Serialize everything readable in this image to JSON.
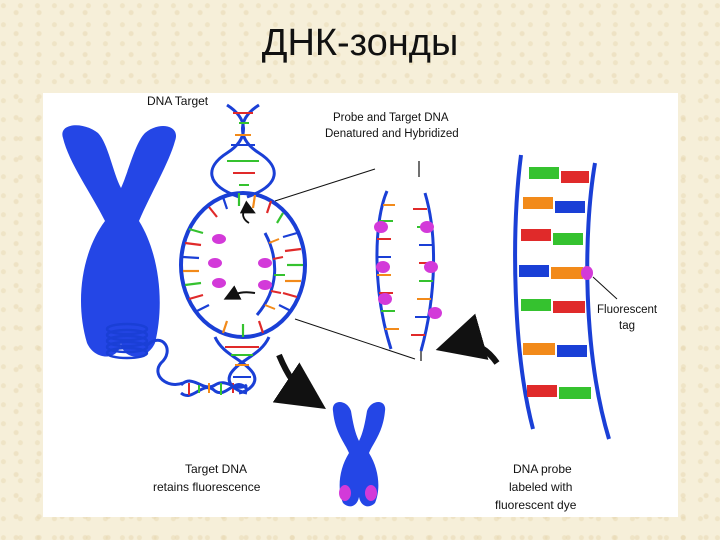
{
  "slide_title": "ДНК-зонды",
  "labels": {
    "dna_target": "DNA Target",
    "probe_hybridized_line1": "Probe and Target DNA",
    "probe_hybridized_line2": "Denatured and Hybridized",
    "fluorescent_tag_line1": "Fluorescent",
    "fluorescent_tag_line2": "tag",
    "target_retains_line1": "Target DNA",
    "target_retains_line2": "retains fluorescence",
    "probe_labeled_line1": "DNA probe",
    "probe_labeled_line2": "labeled with",
    "probe_labeled_line3": "fluorescent dye"
  },
  "colors": {
    "strand": "#1a3fd6",
    "chromosome": "#2446e6",
    "fluor_dot": "#d33ad9",
    "base_red": "#e02a2a",
    "base_green": "#35c22f",
    "base_orange": "#f28a1a",
    "base_blue": "#1a3fd6",
    "arrow": "#111111"
  },
  "icons": [
    "chromosome-icon",
    "small-chromosome-icon",
    "curved-arrow-icon"
  ]
}
